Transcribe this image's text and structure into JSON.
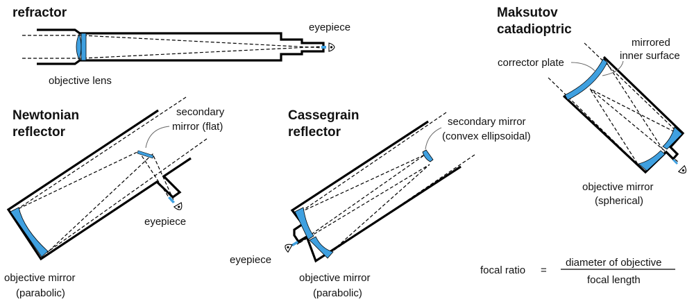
{
  "colors": {
    "optic_blue": "#3FA0E0",
    "outline": "#000000",
    "leader": "#666666"
  },
  "refractor": {
    "title": "refractor",
    "labels": {
      "objective": "objective lens",
      "eyepiece": "eyepiece"
    }
  },
  "newtonian": {
    "title_line1": "Newtonian",
    "title_line2": "reflector",
    "labels": {
      "secondary_line1": "secondary",
      "secondary_line2": "mirror (flat)",
      "eyepiece": "eyepiece",
      "objective_line1": "objective mirror",
      "objective_line2": "(parabolic)"
    }
  },
  "cassegrain": {
    "title_line1": "Cassegrain",
    "title_line2": "reflector",
    "labels": {
      "secondary_line1": "secondary mirror",
      "secondary_line2": "(convex ellipsoidal)",
      "eyepiece": "eyepiece",
      "objective_line1": "objective mirror",
      "objective_line2": "(parabolic)"
    }
  },
  "maksutov": {
    "title_line1": "Maksutov",
    "title_line2": "catadioptric",
    "labels": {
      "corrector": "corrector plate",
      "mirrored_line1": "mirrored",
      "mirrored_line2": "inner surface",
      "objective_line1": "objective mirror",
      "objective_line2": "(spherical)"
    }
  },
  "formula": {
    "lhs": "focal ratio",
    "equals": "=",
    "numerator": "diameter of objective",
    "denominator": "focal length"
  }
}
